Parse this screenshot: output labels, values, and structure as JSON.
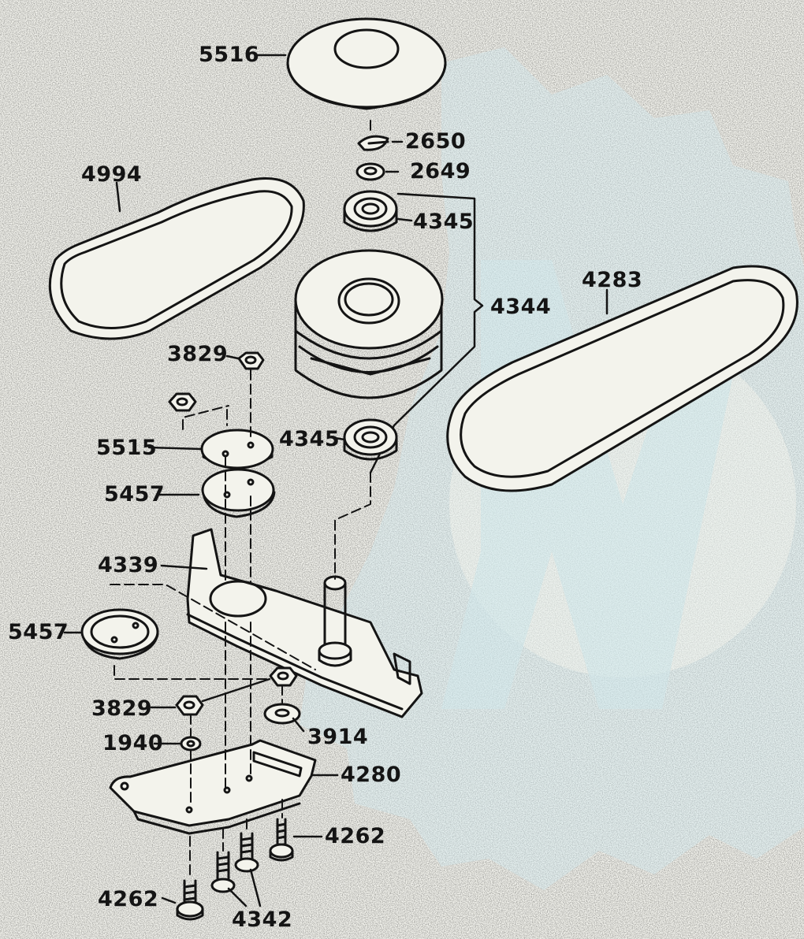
{
  "colors": {
    "paper": "#f6f6f0",
    "ink": "#141414",
    "watermark": "#cfeaf0"
  },
  "watermark": {
    "icon": "gear-w-logo-icon"
  },
  "labels": {
    "l5516": "5516",
    "l2650": "2650",
    "l2649": "2649",
    "l4994": "4994",
    "l4345a": "4345",
    "l4344": "4344",
    "l4283": "4283",
    "l3829a": "3829",
    "l5515": "5515",
    "l4345b": "4345",
    "l5457a": "5457",
    "l4339": "4339",
    "l5457b": "5457",
    "l3829b": "3829",
    "l3914": "3914",
    "l1940": "1940",
    "l4280": "4280",
    "l4262a": "4262",
    "l4262b": "4262",
    "l4342": "4342"
  }
}
